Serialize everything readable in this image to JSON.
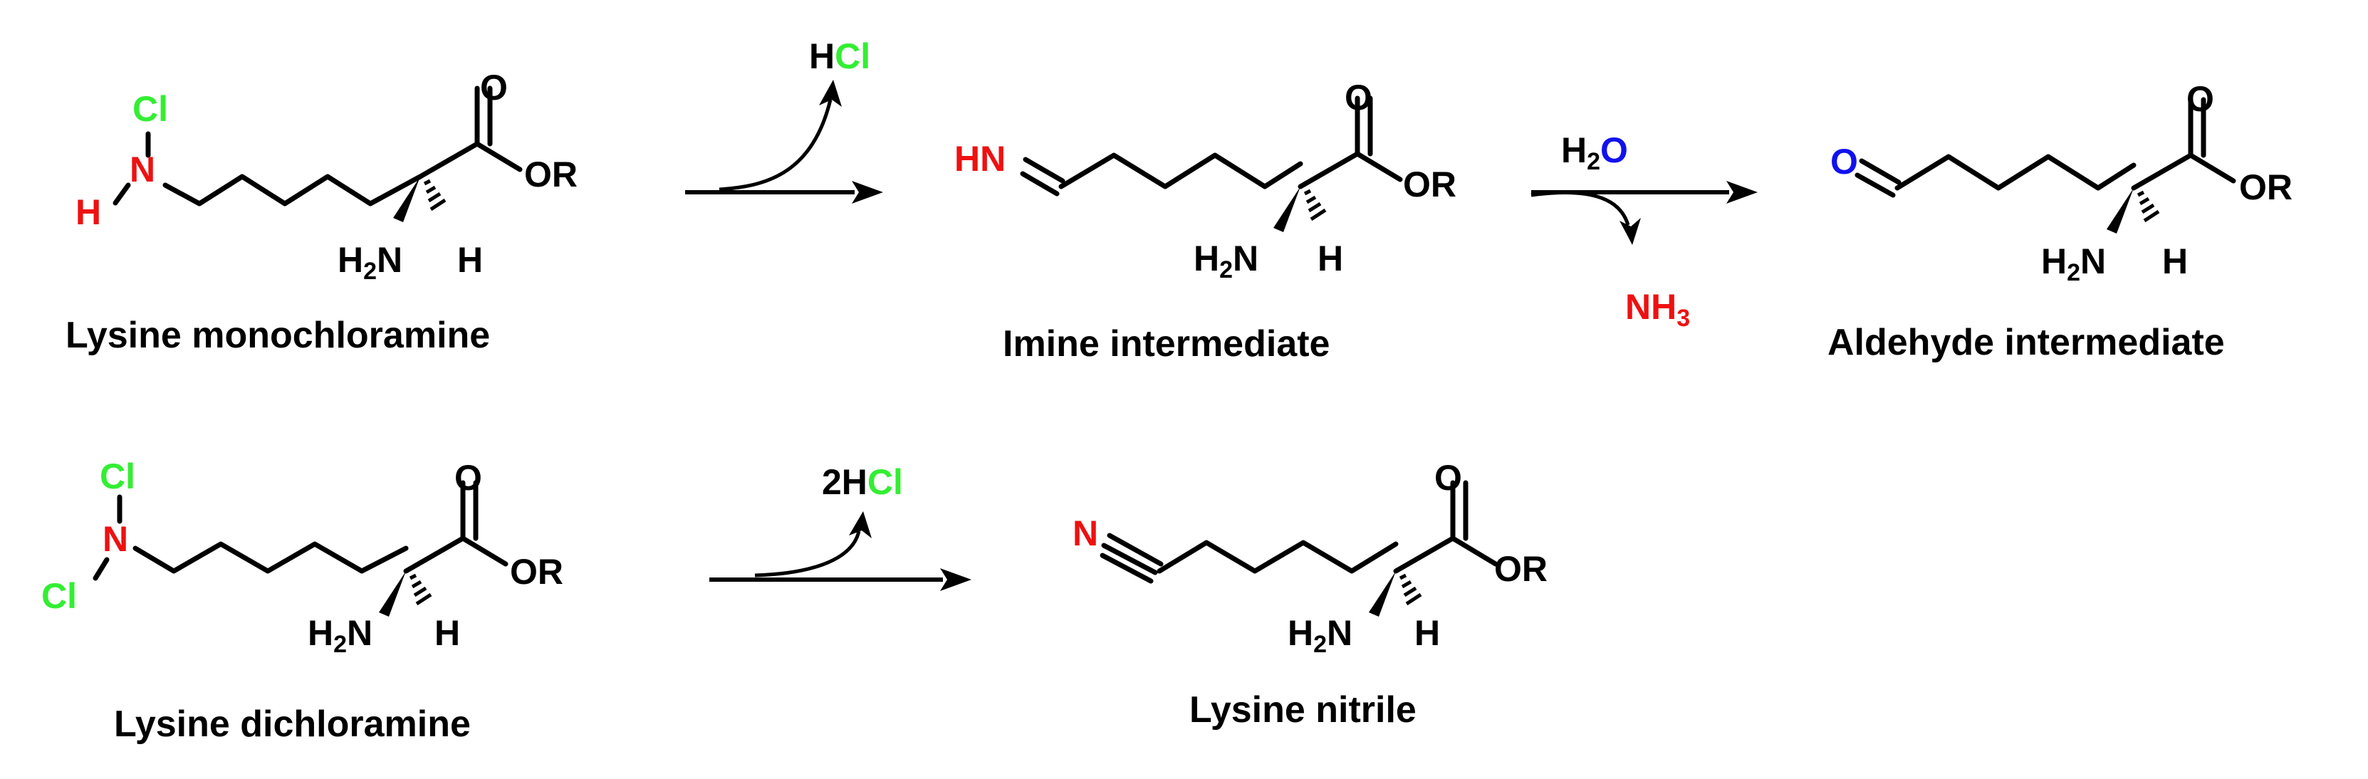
{
  "colors": {
    "black": "#000000",
    "chlorine": "#33ee33",
    "nitrogen_red": "#ee1111",
    "oxygen_blue": "#1111ee"
  },
  "compounds": {
    "monochloramine": {
      "caption": "Lysine monochloramine",
      "cl": "Cl",
      "n": "N",
      "h": "H"
    },
    "imine": {
      "caption": "Imine intermediate",
      "hn": "HN"
    },
    "aldehyde": {
      "caption": "Aldehyde intermediate",
      "o": "O"
    },
    "dichloramine": {
      "caption": "Lysine dichloramine",
      "cl_top": "Cl",
      "cl_bottom": "Cl",
      "n": "N"
    },
    "nitrile": {
      "caption": "Lysine nitrile",
      "n": "N"
    }
  },
  "backbone": {
    "carbonyl_o": "O",
    "ester_or": "OR",
    "amine_h": "H",
    "amine_n": "N",
    "amine_sub": "2",
    "alpha_h": "H"
  },
  "reactions": {
    "r1": {
      "byproduct_h": "H",
      "byproduct_cl": "Cl"
    },
    "r2": {
      "reagent_h": "H",
      "reagent_sub": "2",
      "reagent_o": "O",
      "byproduct_nh": "NH",
      "byproduct_sub": "3"
    },
    "r3": {
      "byproduct_2h": "2H",
      "byproduct_cl": "Cl"
    }
  }
}
